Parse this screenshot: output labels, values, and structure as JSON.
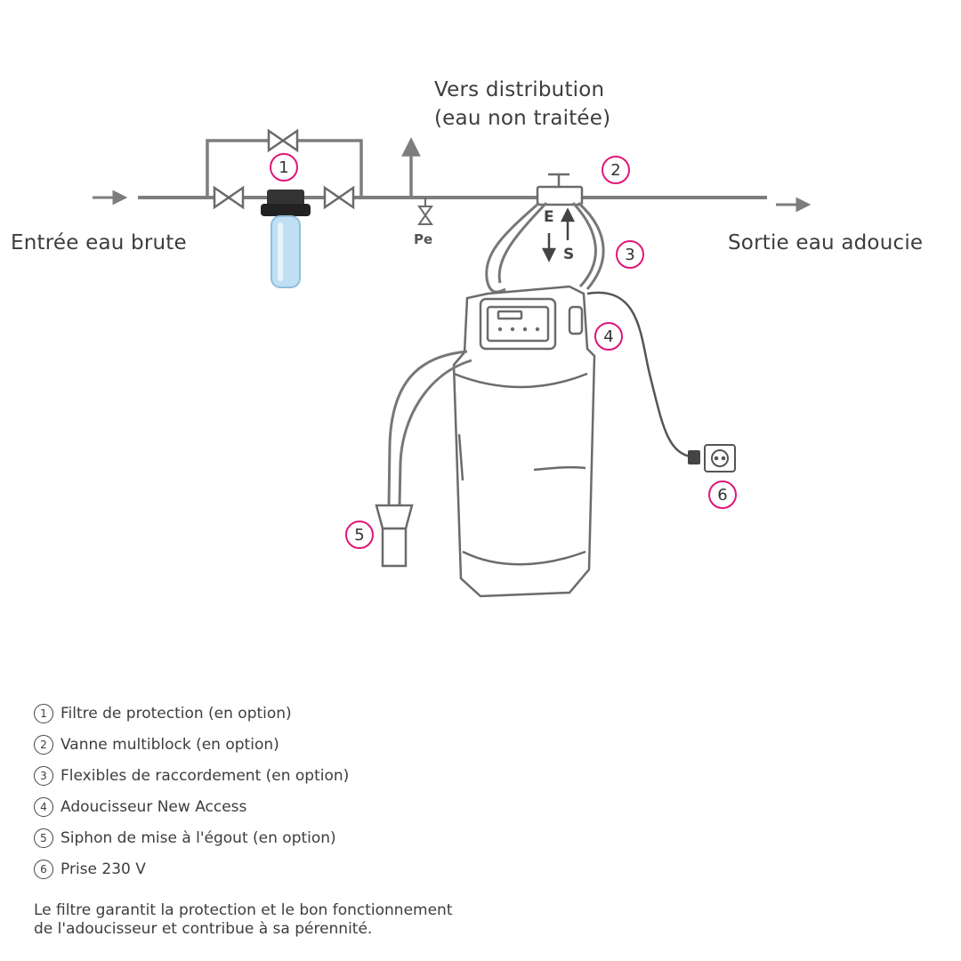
{
  "labels": {
    "inlet": "Entrée eau brute",
    "outlet": "Sortie eau adoucie",
    "distribution_line1": "Vers distribution",
    "distribution_line2": "(eau non traitée)",
    "pe": "Pe",
    "e": "E",
    "s": "S"
  },
  "callouts": [
    "1",
    "2",
    "3",
    "4",
    "5",
    "6"
  ],
  "legend": [
    {
      "num": "1",
      "text": "Filtre de protection (en option)"
    },
    {
      "num": "2",
      "text": "Vanne multiblock (en option)"
    },
    {
      "num": "3",
      "text": "Flexibles de raccordement (en option)"
    },
    {
      "num": "4",
      "text": "Adoucisseur New Access"
    },
    {
      "num": "5",
      "text": "Siphon de mise à l'égout (en option)"
    },
    {
      "num": "6",
      "text": "Prise 230 V"
    }
  ],
  "note": {
    "line1": "Le filtre garantit la protection et le bon fonctionnement",
    "line2": "de l'adoucisseur et contribue à sa pérennité."
  },
  "colors": {
    "callout_border": "#e0157a",
    "pipe": "#7d7d7d",
    "line_art": "#6b6b6b",
    "filter_blue": "#bfe0f3"
  }
}
